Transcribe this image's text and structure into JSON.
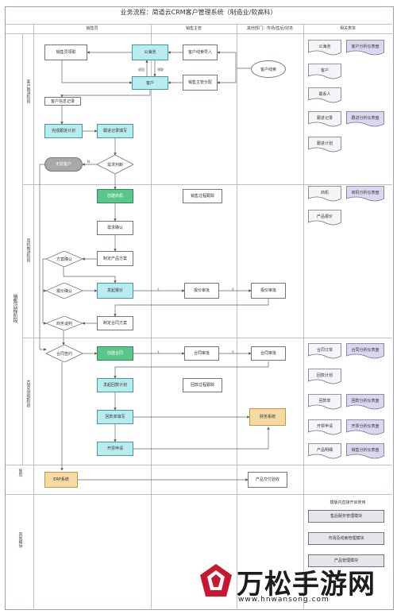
{
  "title": "业务流程：简道云CRM客户管理系统（制造业/软高科）",
  "columns": {
    "sales": "销售员",
    "manager": "销售主管",
    "others": "其他部门：市场/售后/财务",
    "forms": "相关表单"
  },
  "stage_label": "销售过程阶段",
  "phases": {
    "follow": "客户跟进阶段",
    "opportunity": "商机推进阶段",
    "contract": "合同及回款阶段",
    "after": "售后",
    "other": "其他模块"
  },
  "nodes": {
    "sales_claim": "销售员领取",
    "public_pool": "公海池",
    "customer_import": "客户线索导入",
    "customer_source": "客户线索",
    "return": "退回",
    "claim": "领取",
    "customer": "客户",
    "manager_assign": "销售主管分配",
    "info_record": "客户信息记录",
    "plan": "完成跟进计划",
    "record_fill": "跟进记录填写",
    "invalid": "无效客户",
    "need_judge": "需求判断",
    "create_opportunity": "创建商机",
    "opportunity_track": "销售过程跟踪",
    "need_confirm": "需求确认",
    "plan_confirm": "方案确认",
    "make_plan": "制定产品方案",
    "quote_confirm": "报价确认",
    "send_quote": "发起报价",
    "quote_review_mgr": "报价审批",
    "quote_review_other": "报价审批",
    "negotiate": "商务谈判",
    "make_contract": "制定合同方案",
    "contract_sign": "合同签约",
    "create_contract": "创建合同",
    "contract_review_mgr": "合同审批",
    "contract_review_other": "合同审批",
    "payment_plan": "发起回款计划",
    "payment_track": "回款过程跟踪",
    "payment_fill": "回款单填写",
    "finance": "财务系统",
    "invoice": "开票申请",
    "erp": "ERP系统",
    "delivery": "产品交付验收"
  },
  "edge_labels": {
    "yes": "Y",
    "no": "N"
  },
  "forms": {
    "follow": [
      {
        "name": "公海池",
        "dash": "客户分析仪表盘",
        "dash_on_row": 0
      },
      {
        "name": "客户",
        "dash": "",
        "dash_on_row": -1
      },
      {
        "name": "联系人",
        "dash": "",
        "dash_on_row": -1
      },
      {
        "name": "跟进记录",
        "dash": "跟进分析仪表盘",
        "dash_on_row": 3
      },
      {
        "name": "跟进计划",
        "dash": "",
        "dash_on_row": -1
      }
    ],
    "opportunity": [
      {
        "name": "商机",
        "dash": "商机分析仪表盘"
      },
      {
        "name": "产品报价",
        "dash": ""
      }
    ],
    "contract": [
      {
        "name": "合同订单",
        "dash": "合同分析仪表盘"
      },
      {
        "name": "回款计划",
        "dash": ""
      },
      {
        "name": "回款单",
        "dash": "回款分析仪表盘"
      },
      {
        "name": "开票申请",
        "dash": "开票分析仪表盘"
      },
      {
        "name": "产品明细",
        "dash": "销售分析仪表盘"
      }
    ],
    "other_title": "模版内直接开启使用",
    "other": [
      "售后服务管理模块",
      "市场及线索管理模块",
      "产品管理模块"
    ]
  },
  "watermark": {
    "brand": "万松手游网",
    "url": "www.hnwansong.com"
  },
  "colors": {
    "cyan": "#b8ecef",
    "green": "#5cc58c",
    "gray": "#a8a8a8",
    "orange": "#f5d9a6",
    "lavender": "#ddd6f0"
  }
}
